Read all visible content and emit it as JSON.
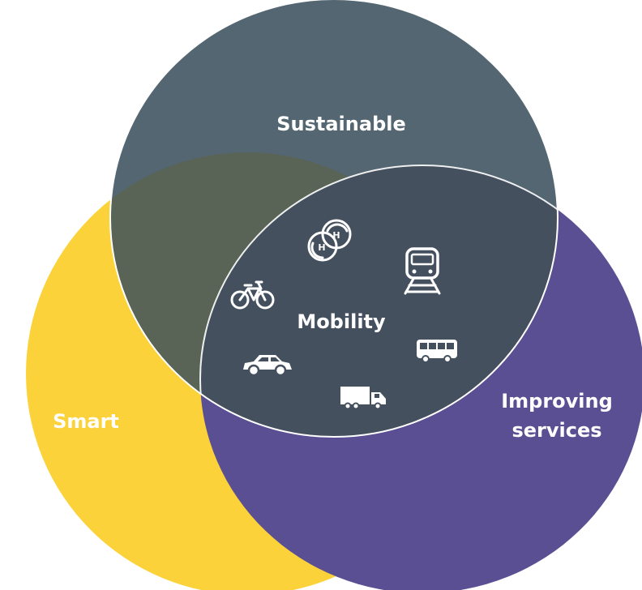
{
  "diagram": {
    "colors": {
      "sustainable": "#4d606b",
      "smart": "#fcd23a",
      "improving": "#5b4f94",
      "center": "#45505f",
      "outline": "#ffffff"
    },
    "labels": {
      "sustainable": "Sustainable",
      "smart": "Smart",
      "improving_line1": "Improving",
      "improving_line2": "services",
      "center": "Mobility"
    },
    "icons": [
      "hydrogen-icon",
      "train-icon",
      "bicycle-icon",
      "bus-icon",
      "car-icon",
      "truck-icon"
    ]
  }
}
